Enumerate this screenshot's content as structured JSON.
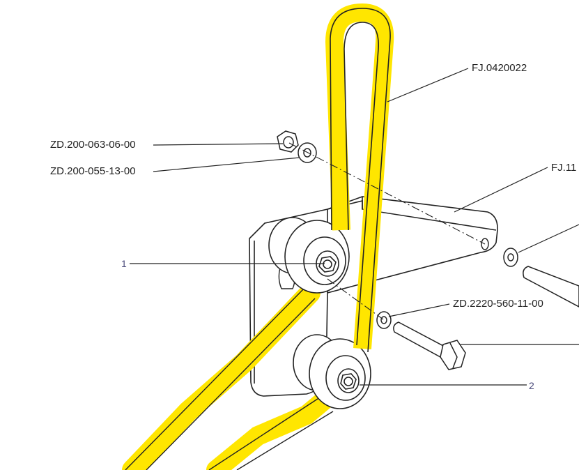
{
  "colors": {
    "background": "#ffffff",
    "ink": "#222222",
    "highlight": "#ffe600",
    "number_ink": "#4a4a7a"
  },
  "callouts": {
    "belt": "FJ.0420022",
    "nut": "ZD.200-063-06-00",
    "washer_upper": "ZD.200-055-13-00",
    "bracket": "FJ.11",
    "washer_lower": "ZD.2220-560-11-00",
    "idler_1": "1",
    "idler_2": "2"
  }
}
